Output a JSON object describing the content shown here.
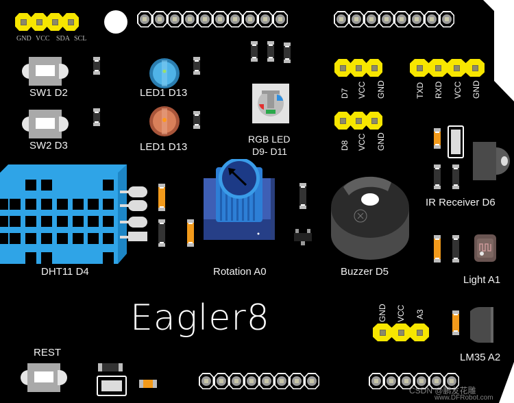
{
  "board": {
    "title": "Eagler8",
    "colors": {
      "pcb": "#000000",
      "header_yellow": "#f7e600",
      "sensor_blue": "#2fa4e7",
      "pot_blue": "#2b4fa8",
      "resistor_orange": "#f29a1b",
      "buzzer_gray": "#4a4a4a"
    }
  },
  "headers": {
    "i2c": {
      "pins": [
        "GND",
        "VCC",
        "SDA",
        "SCL"
      ]
    },
    "d7": {
      "pins": [
        "D7",
        "VCC",
        "GND"
      ]
    },
    "d8": {
      "pins": [
        "D8",
        "VCC",
        "GND"
      ]
    },
    "serial": {
      "pins": [
        "TXD",
        "RXD",
        "VCC",
        "GND"
      ]
    },
    "a3": {
      "pins": [
        "GND",
        "VCC",
        "A3"
      ]
    },
    "top_left_count": 10,
    "top_right_count": 8,
    "bottom_left_count": 8,
    "bottom_right_count": 6
  },
  "components": {
    "sw1": {
      "label": "SW1 D2"
    },
    "sw2": {
      "label": "SW2 D3"
    },
    "led_blue": {
      "label": "LED1  D13",
      "color": "#4fb3e8"
    },
    "led_orange": {
      "label": "LED1  D13",
      "color": "#d9805a"
    },
    "rgb_led": {
      "label_line1": "RGB  LED",
      "label_line2": "D9- D11"
    },
    "dht11": {
      "label": "DHT11 D4"
    },
    "rotation": {
      "label": "Rotation A0"
    },
    "buzzer": {
      "label": "Buzzer D5"
    },
    "ir_receiver": {
      "label": "IR Receiver D6"
    },
    "light": {
      "label": "Light  A1"
    },
    "lm35": {
      "label": "LM35 A2"
    },
    "reset": {
      "label": "REST"
    }
  },
  "watermark": {
    "line1": "CSDN @鹏友花雕",
    "line2": "www.DFRobot.com"
  }
}
